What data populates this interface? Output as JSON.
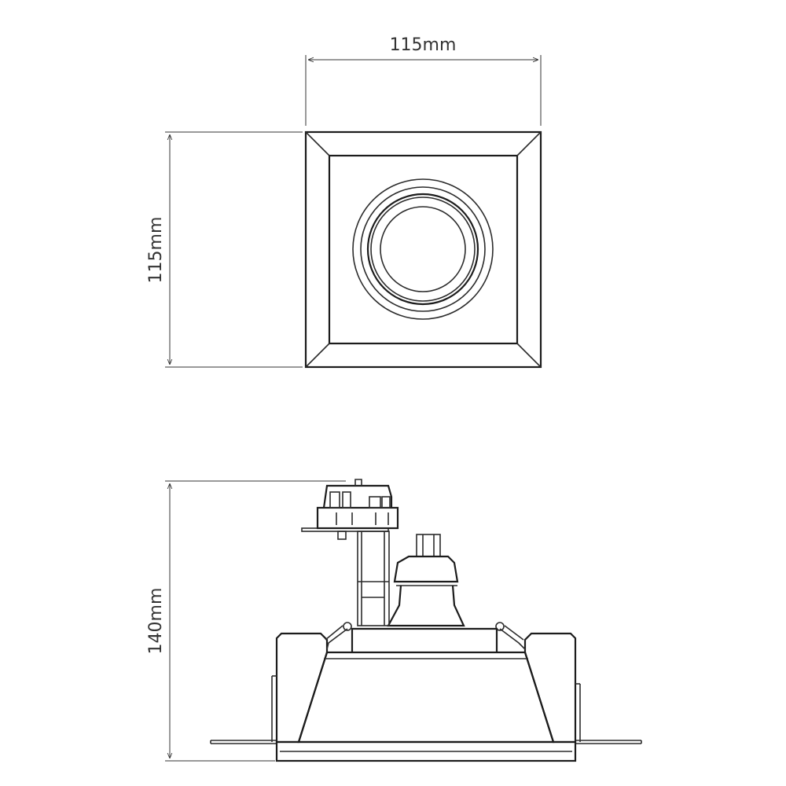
{
  "dimensions": {
    "top_width": "115mm",
    "top_height": "115mm",
    "side_height": "140mm"
  }
}
